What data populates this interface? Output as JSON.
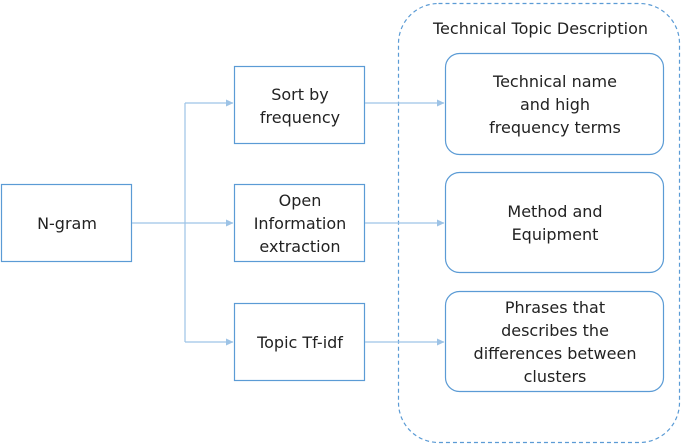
{
  "panel": {
    "title": "Technical Topic Description"
  },
  "source": {
    "label": "N-gram"
  },
  "methods": [
    {
      "label": "Sort by\nfrequency"
    },
    {
      "label": "Open\nInformation\nextraction"
    },
    {
      "label": "Topic Tf-idf"
    }
  ],
  "outputs": [
    {
      "label": "Technical name\nand high\nfrequency terms"
    },
    {
      "label": "Method and\nEquipment"
    },
    {
      "label": "Phrases that\ndescribes the\ndifferences between\nclusters"
    }
  ],
  "colors": {
    "box_stroke": "#5b9bd5",
    "connector": "#9dc3e6",
    "text": "#222222"
  }
}
